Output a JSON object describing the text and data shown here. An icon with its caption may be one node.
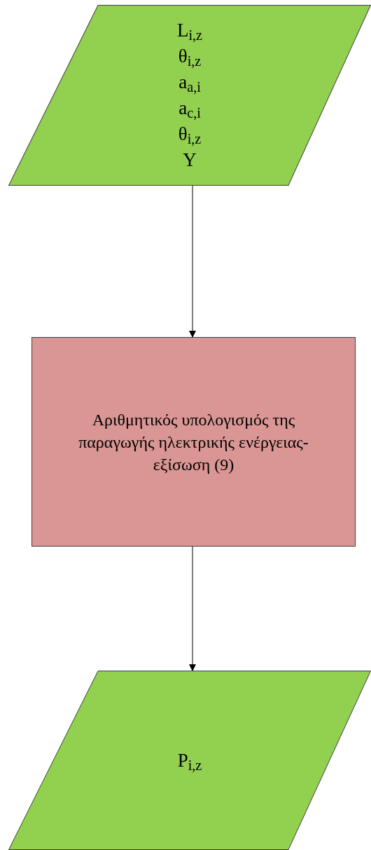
{
  "diagram": {
    "nodes": [
      {
        "text": [
          "L$_{i,z}$",
          "θ$_{i,z}$",
          "a$_{a,i}$",
          "a$_{c,i}$",
          "θ$_{i,z}$",
          "Y"
        ]
      },
      {
        "text": [
          "Αριθμητικός υπολογισμός της παραγωγής ηλεκτρικής ενέργειας-εξίσωση (9)"
        ]
      },
      {
        "text": [
          "P$_{i,z}$"
        ]
      }
    ],
    "edges": [
      {
        "from": 0,
        "to": 1,
        "arrow": "to"
      },
      {
        "from": 1,
        "to": 2,
        "arrow": "to"
      }
    ]
  }
}
